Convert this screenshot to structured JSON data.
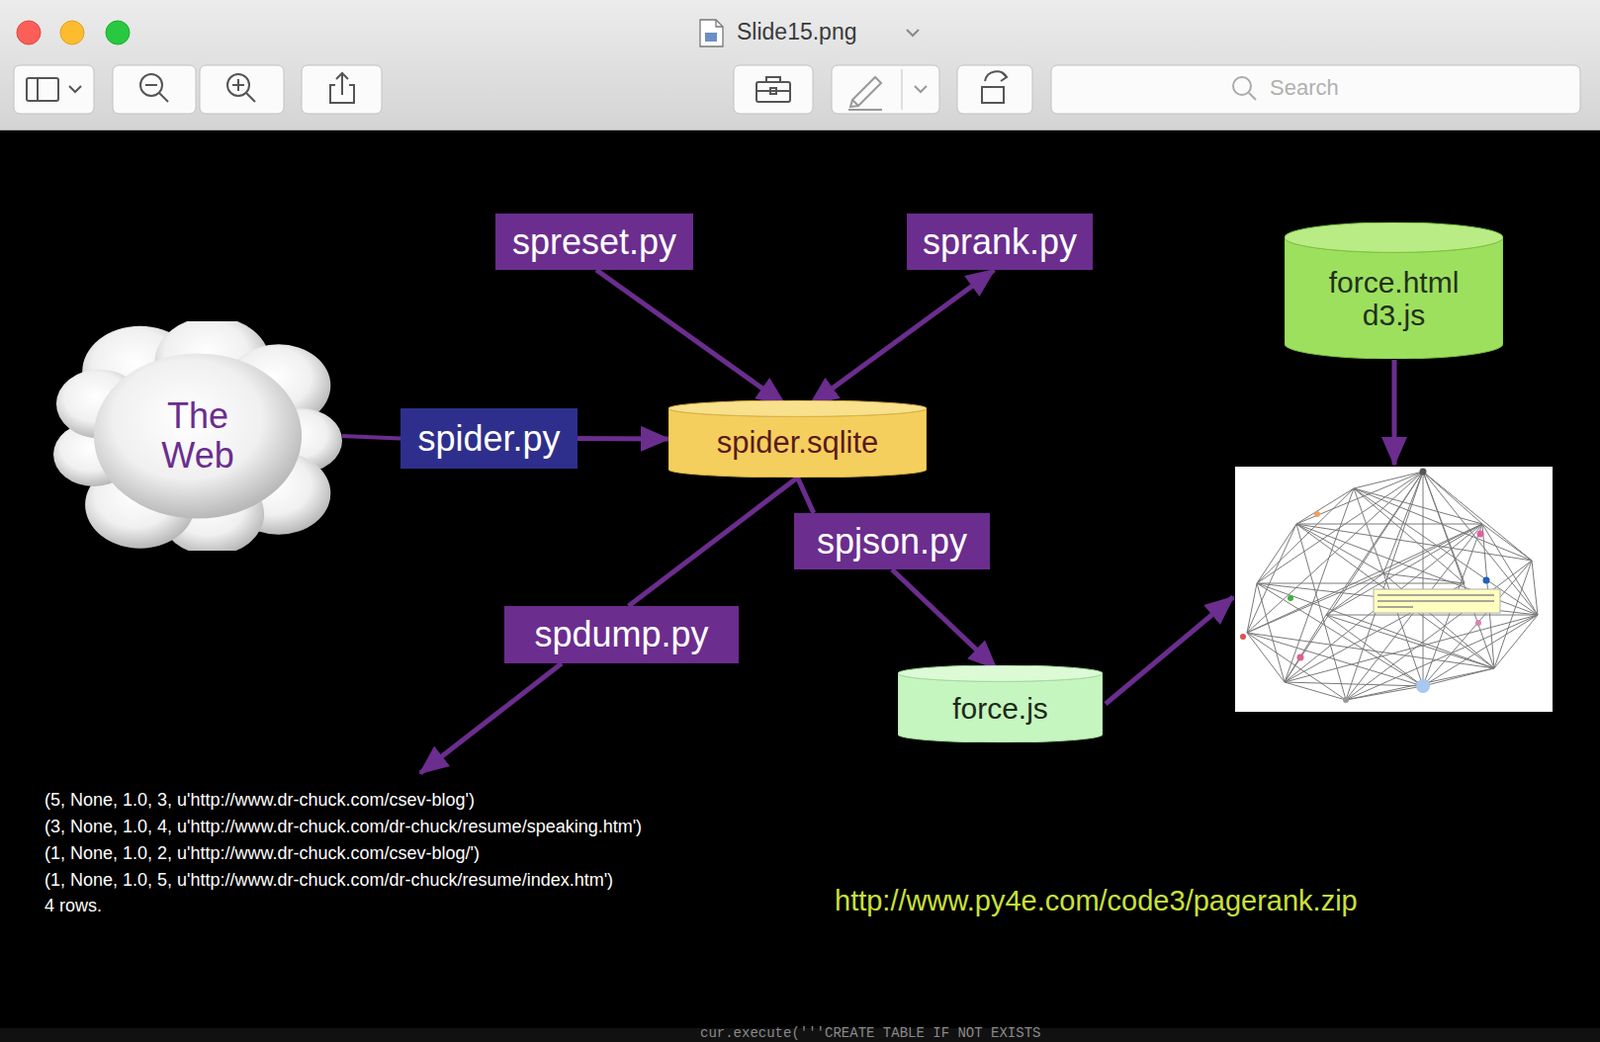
{
  "diagram": {
    "nodes": [
      {
        "text": [
          "spreset.py"
        ]
      },
      {
        "text": [
          "sprank.py"
        ]
      },
      {
        "text": [
          "force.html d3.js"
        ]
      },
      {
        "text": [
          "The Web"
        ]
      },
      {
        "text": [
          "spider.py"
        ]
      },
      {
        "text": [
          "spider.sqlite"
        ]
      },
      {
        "text": [
          "spjson.py"
        ]
      },
      {
        "text": [
          "spdump.py"
        ]
      },
      {
        "text": [
          "force.js"
        ]
      }
    ],
    "edges": [
      {
        "from": 3,
        "to": 4,
        "arrow": "none"
      },
      {
        "from": 4,
        "to": 5,
        "arrow": "to"
      },
      {
        "from": 0,
        "to": 5,
        "arrow": "to"
      },
      {
        "from": 5,
        "to": 1,
        "arrow": "both"
      },
      {
        "from": 5,
        "to": 6,
        "arrow": "none"
      },
      {
        "from": 6,
        "to": 8,
        "arrow": "to"
      },
      {
        "from": 5,
        "to": 7,
        "arrow": "none"
      }
    ],
    "labels": [
      "Slide15.png",
      "Search",
      "(5, None, 1.0, 3, u'http://www.dr-chuck.com/csev-blog')",
      "(3, None, 1.0, 4, u'http://www.dr-chuck.com/dr-chuck/resume/speaking.htm')",
      "(1, None, 1.0, 2, u'http://www.dr-chuck.com/csev-blog/')",
      "(1, None, 1.0, 5, u'http://www.dr-chuck.com/dr-chuck/resume/index.htm')",
      "4 rows.",
      "http://www.py4e.com/code3/pagerank.zip",
      "cur.execute('''CREATE TABLE IF NOT EXISTS"
    ]
  }
}
